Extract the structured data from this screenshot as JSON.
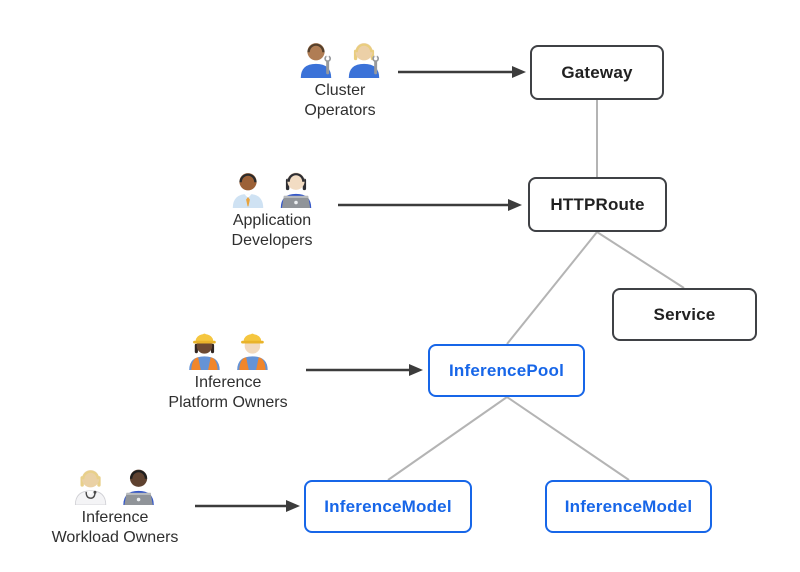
{
  "colors": {
    "background": "#ffffff",
    "standard_node_border": "#3f4145",
    "standard_node_text": "#212121",
    "inference_node_border": "#1766e8",
    "inference_node_text": "#1766e8",
    "connector_line": "#b4b4b4",
    "arrow": "#3c3c3c",
    "persona_text": "#2f2f2f"
  },
  "nodes": {
    "gateway": {
      "label": "Gateway",
      "style": "standard"
    },
    "httproute": {
      "label": "HTTPRoute",
      "style": "standard"
    },
    "service": {
      "label": "Service",
      "style": "standard"
    },
    "inferencepool": {
      "label": "InferencePool",
      "style": "inference"
    },
    "inferencemodel_left": {
      "label": "InferenceModel",
      "style": "inference"
    },
    "inferencemodel_right": {
      "label": "InferenceModel",
      "style": "inference"
    }
  },
  "personas": {
    "cluster_operators": {
      "label": "Cluster\nOperators",
      "icons": [
        "man-mechanic-emoji",
        "woman-mechanic-emoji"
      ],
      "points_to": "Gateway"
    },
    "application_developers": {
      "label": "Application\nDevelopers",
      "icons": [
        "man-office-worker-emoji",
        "woman-technologist-emoji"
      ],
      "points_to": "HTTPRoute"
    },
    "inference_platform_owners": {
      "label": "Inference\nPlatform Owners",
      "icons": [
        "woman-construction-worker-emoji",
        "man-construction-worker-emoji"
      ],
      "points_to": "InferencePool"
    },
    "inference_workload_owners": {
      "label": "Inference\nWorkload Owners",
      "icons": [
        "health-worker-emoji",
        "man-technologist-emoji"
      ],
      "points_to": "InferenceModel"
    }
  },
  "edges": [
    {
      "from": "gateway",
      "to": "httproute"
    },
    {
      "from": "httproute",
      "to": "inferencepool"
    },
    {
      "from": "httproute",
      "to": "service"
    },
    {
      "from": "inferencepool",
      "to": "inferencemodel_left"
    },
    {
      "from": "inferencepool",
      "to": "inferencemodel_right"
    }
  ]
}
